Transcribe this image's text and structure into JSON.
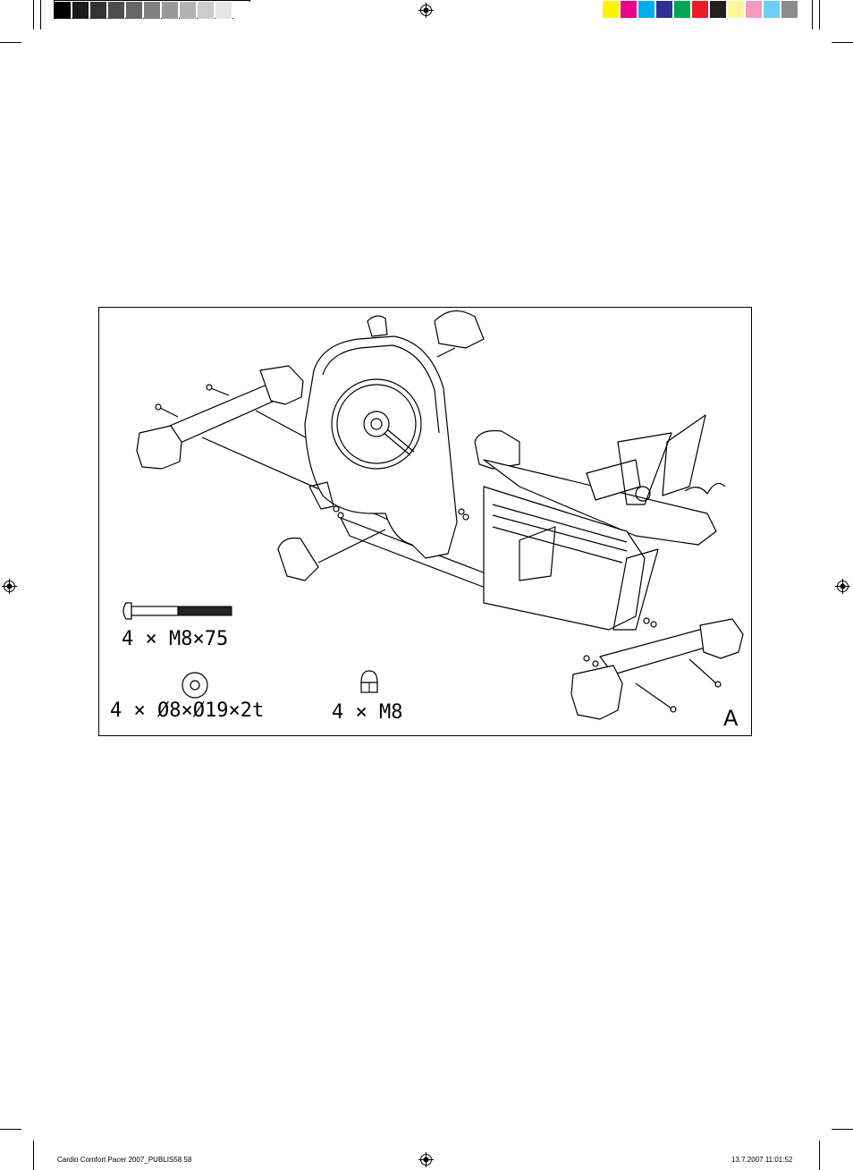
{
  "print_marks": {
    "grayscale_bar": [
      "#000000",
      "#1a1a1a",
      "#333333",
      "#4d4d4d",
      "#666666",
      "#808080",
      "#999999",
      "#b3b3b3",
      "#cccccc",
      "#e6e6e6",
      "#ffffff"
    ],
    "color_bar": [
      "#fff200",
      "#ec008c",
      "#00aeef",
      "#2e3192",
      "#00a651",
      "#ed1c24",
      "#231f20",
      "#fff799",
      "#f49ac1",
      "#6dcff6",
      "#8c8c8c"
    ]
  },
  "figure": {
    "parts": {
      "bolt": "4 ×  M8×75",
      "washer": "4 × Ø8×Ø19×2t",
      "nut": "4 × M8"
    },
    "step_letter": "A"
  },
  "footer": {
    "left": "Cardio Comfort Pacer 2007_PUBLIS58   58",
    "right": "13.7.2007   11:01:52"
  }
}
